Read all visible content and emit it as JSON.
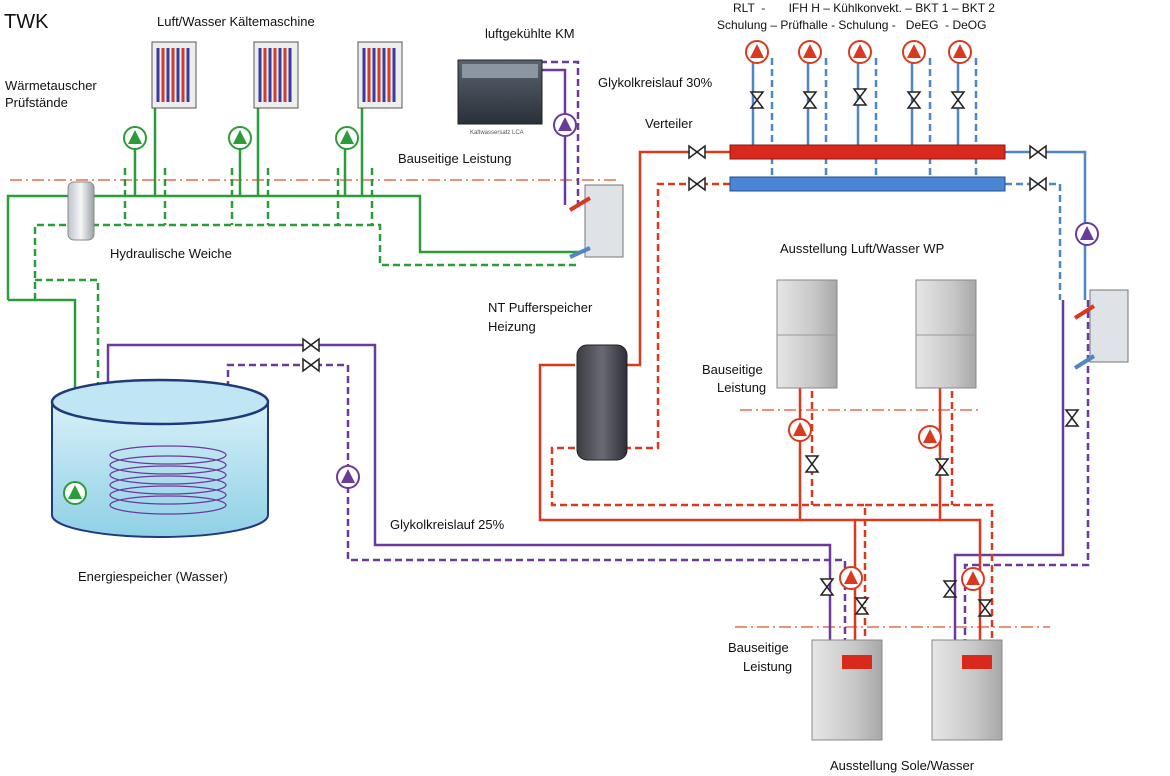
{
  "title": "TWK",
  "labels": {
    "luft_wasser_kaeltemaschine": "Luft/Wasser Kältemaschine",
    "luftgekuehlte_km": "luftgekühlte KM",
    "waermetauscher_line1": "Wärmetauscher",
    "waermetauscher_line2": "Prüfstände",
    "glykolkreislauf_30": "Glykolkreislauf 30%",
    "verteiler": "Verteiler",
    "bauseitige_leistung_top": "Bauseitige Leistung",
    "hydraulische_weiche": "Hydraulische Weiche",
    "nt_pufferspeicher_line1": "NT Pufferspeicher",
    "nt_pufferspeicher_line2": "Heizung",
    "ausstellung_luft_wasser_wp": "Ausstellung Luft/Wasser WP",
    "bauseitige_leistung_mid_line1": "Bauseitige",
    "bauseitige_leistung_mid_line2": "Leistung",
    "glykolkreislauf_25": "Glykolkreislauf 25%",
    "energiespeicher": "Energiespeicher (Wasser)",
    "bauseitige_leistung_bot_line1": "Bauseitige",
    "bauseitige_leistung_bot_line2": "Leistung",
    "ausstellung_sole_wasser": "Ausstellung Sole/Wasser",
    "chiller_caption": "Kaltwassersatz LCA"
  },
  "consumers_line1": "RLT  -       IFH H – Kühlkonvekt. – BKT 1 – BKT 2",
  "consumers_line2": "Schulung – Prüfhalle - Schulung -   DeEG  - DeOG",
  "colors": {
    "green": "#2a9d3a",
    "red": "#d93a1f",
    "blue": "#4f86c6",
    "purple": "#6a3b9a",
    "dashdot": "#e0502a",
    "distributor_red": "#d9281c",
    "distributor_blue": "#4a86d4"
  }
}
